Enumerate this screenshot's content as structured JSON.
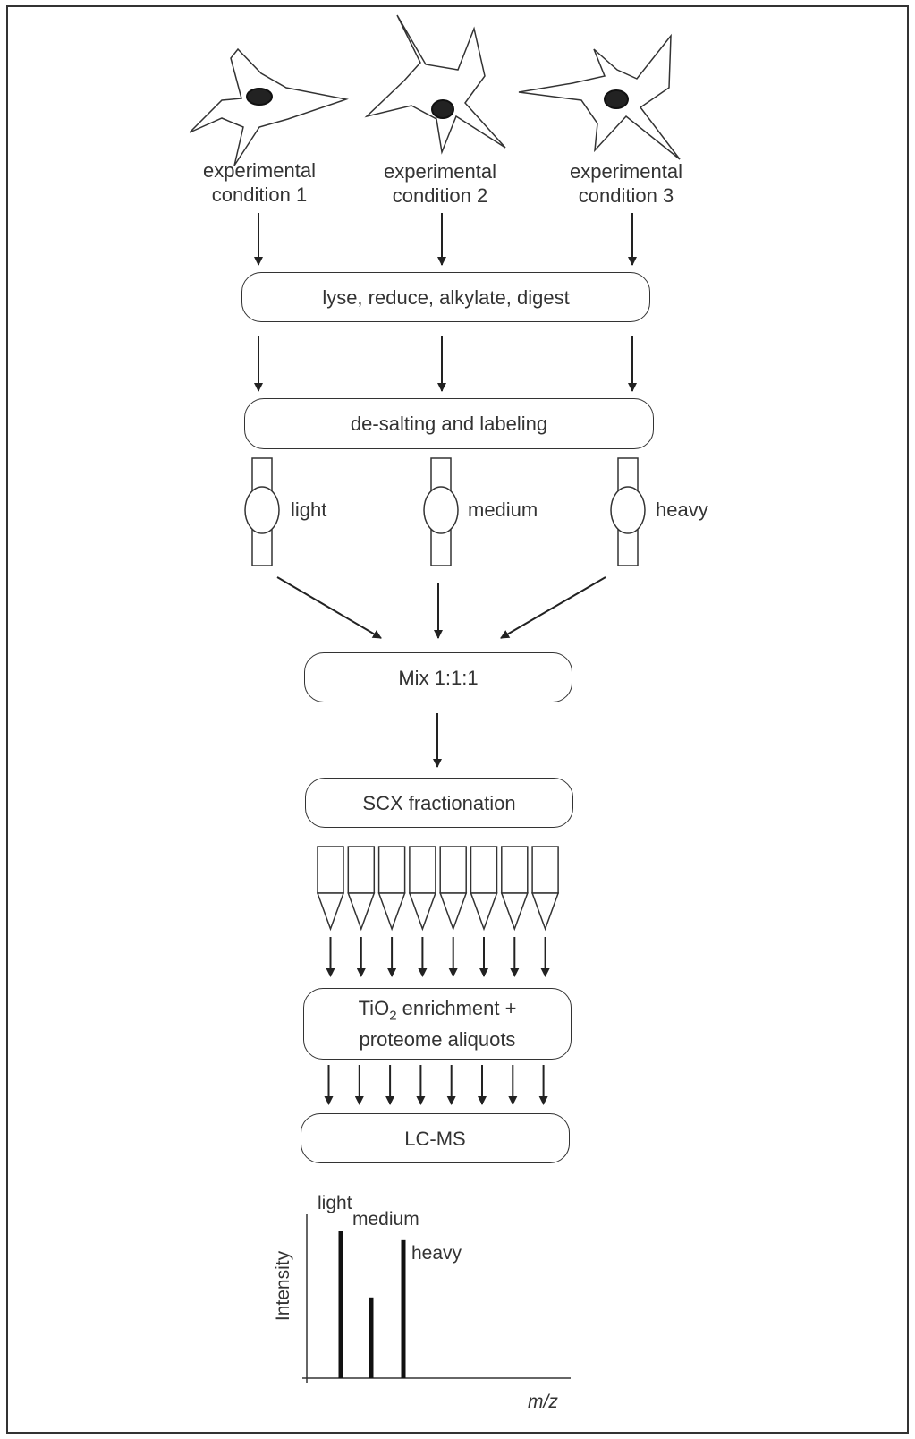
{
  "conditions": [
    {
      "line1": "experimental",
      "line2": "condition 1"
    },
    {
      "line1": "experimental",
      "line2": "condition 2"
    },
    {
      "line1": "experimental",
      "line2": "condition 3"
    }
  ],
  "steps": {
    "lyse": "lyse, reduce, alkylate, digest",
    "desalt": "de-salting and labeling",
    "mix": "Mix 1:1:1",
    "scx": "SCX fractionation",
    "tio2_prefix": "TiO",
    "tio2_sub": "2",
    "tio2_suffix": " enrichment +",
    "tio2_line2": "proteome aliquots",
    "lcms": "LC-MS"
  },
  "labels": {
    "light": "light",
    "medium": "medium",
    "heavy": "heavy"
  },
  "spectrum": {
    "ylabel": "Intensity",
    "xlabel": "m/z",
    "peak_light": "light",
    "peak_medium": "medium",
    "peak_heavy": "heavy"
  },
  "chart_data": {
    "type": "bar",
    "categories": [
      "light",
      "medium",
      "heavy"
    ],
    "values": [
      1.0,
      0.55,
      0.94
    ],
    "xlabel": "m/z",
    "ylabel": "Intensity"
  },
  "fractions": 8
}
